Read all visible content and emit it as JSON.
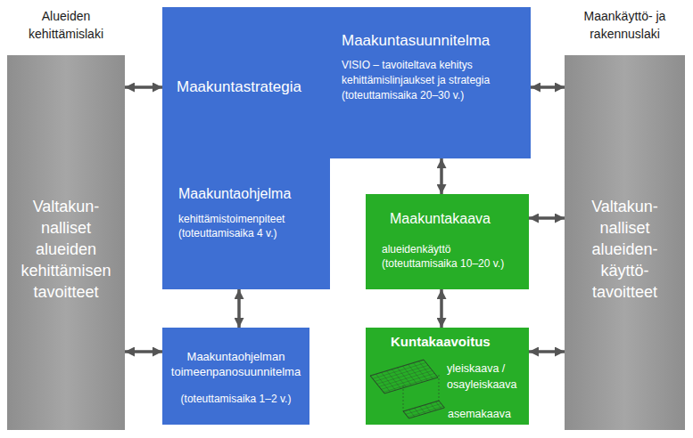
{
  "diagram": {
    "nodes": [
      {
        "text": [
          "Alueiden kehittämislaki",
          "Valtakun- nalliset alueiden kehittämisen tavoitteet"
        ]
      },
      {
        "text": [
          "Maakuntastrategia"
        ]
      },
      {
        "text": [
          "Maakuntasuunnitelma",
          "VISIO – tavoiteltava kehitys kehittämislinjaukset ja strategia (toteuttamisaika 20–30 v.)"
        ]
      },
      {
        "text": [
          "Maakuntaohjelma",
          "kehittämistoimenpiteet (toteuttamisaika 4 v.)"
        ]
      },
      {
        "text": [
          "Maakuntakaava",
          "alueidenkäyttö (toteuttamisaika 10–20 v.)"
        ]
      },
      {
        "text": [
          "Maakuntaohjelman toimeenpanosuunnitelma",
          "(toteuttamisaika 1–2 v.)"
        ]
      },
      {
        "text": [
          "Kuntakaavoitus",
          "yleiskaava / osayleiskaava",
          "asemakaava"
        ]
      },
      {
        "text": [
          "Maankäyttö- ja rakennuslaki",
          "Valtakun- nalliset alueiden- käyttö- tavoitteet"
        ]
      }
    ],
    "edges": [
      {
        "from": 0,
        "to": 1,
        "arrow": "both"
      },
      {
        "from": 2,
        "to": 7,
        "arrow": "both"
      },
      {
        "from": 2,
        "to": 4,
        "arrow": "both"
      },
      {
        "from": 3,
        "to": 5,
        "arrow": "both"
      },
      {
        "from": 0,
        "to": 5,
        "arrow": "both"
      },
      {
        "from": 4,
        "to": 7,
        "arrow": "both"
      },
      {
        "from": 4,
        "to": 6,
        "arrow": "both"
      },
      {
        "from": 6,
        "to": 7,
        "arrow": "both"
      }
    ]
  }
}
